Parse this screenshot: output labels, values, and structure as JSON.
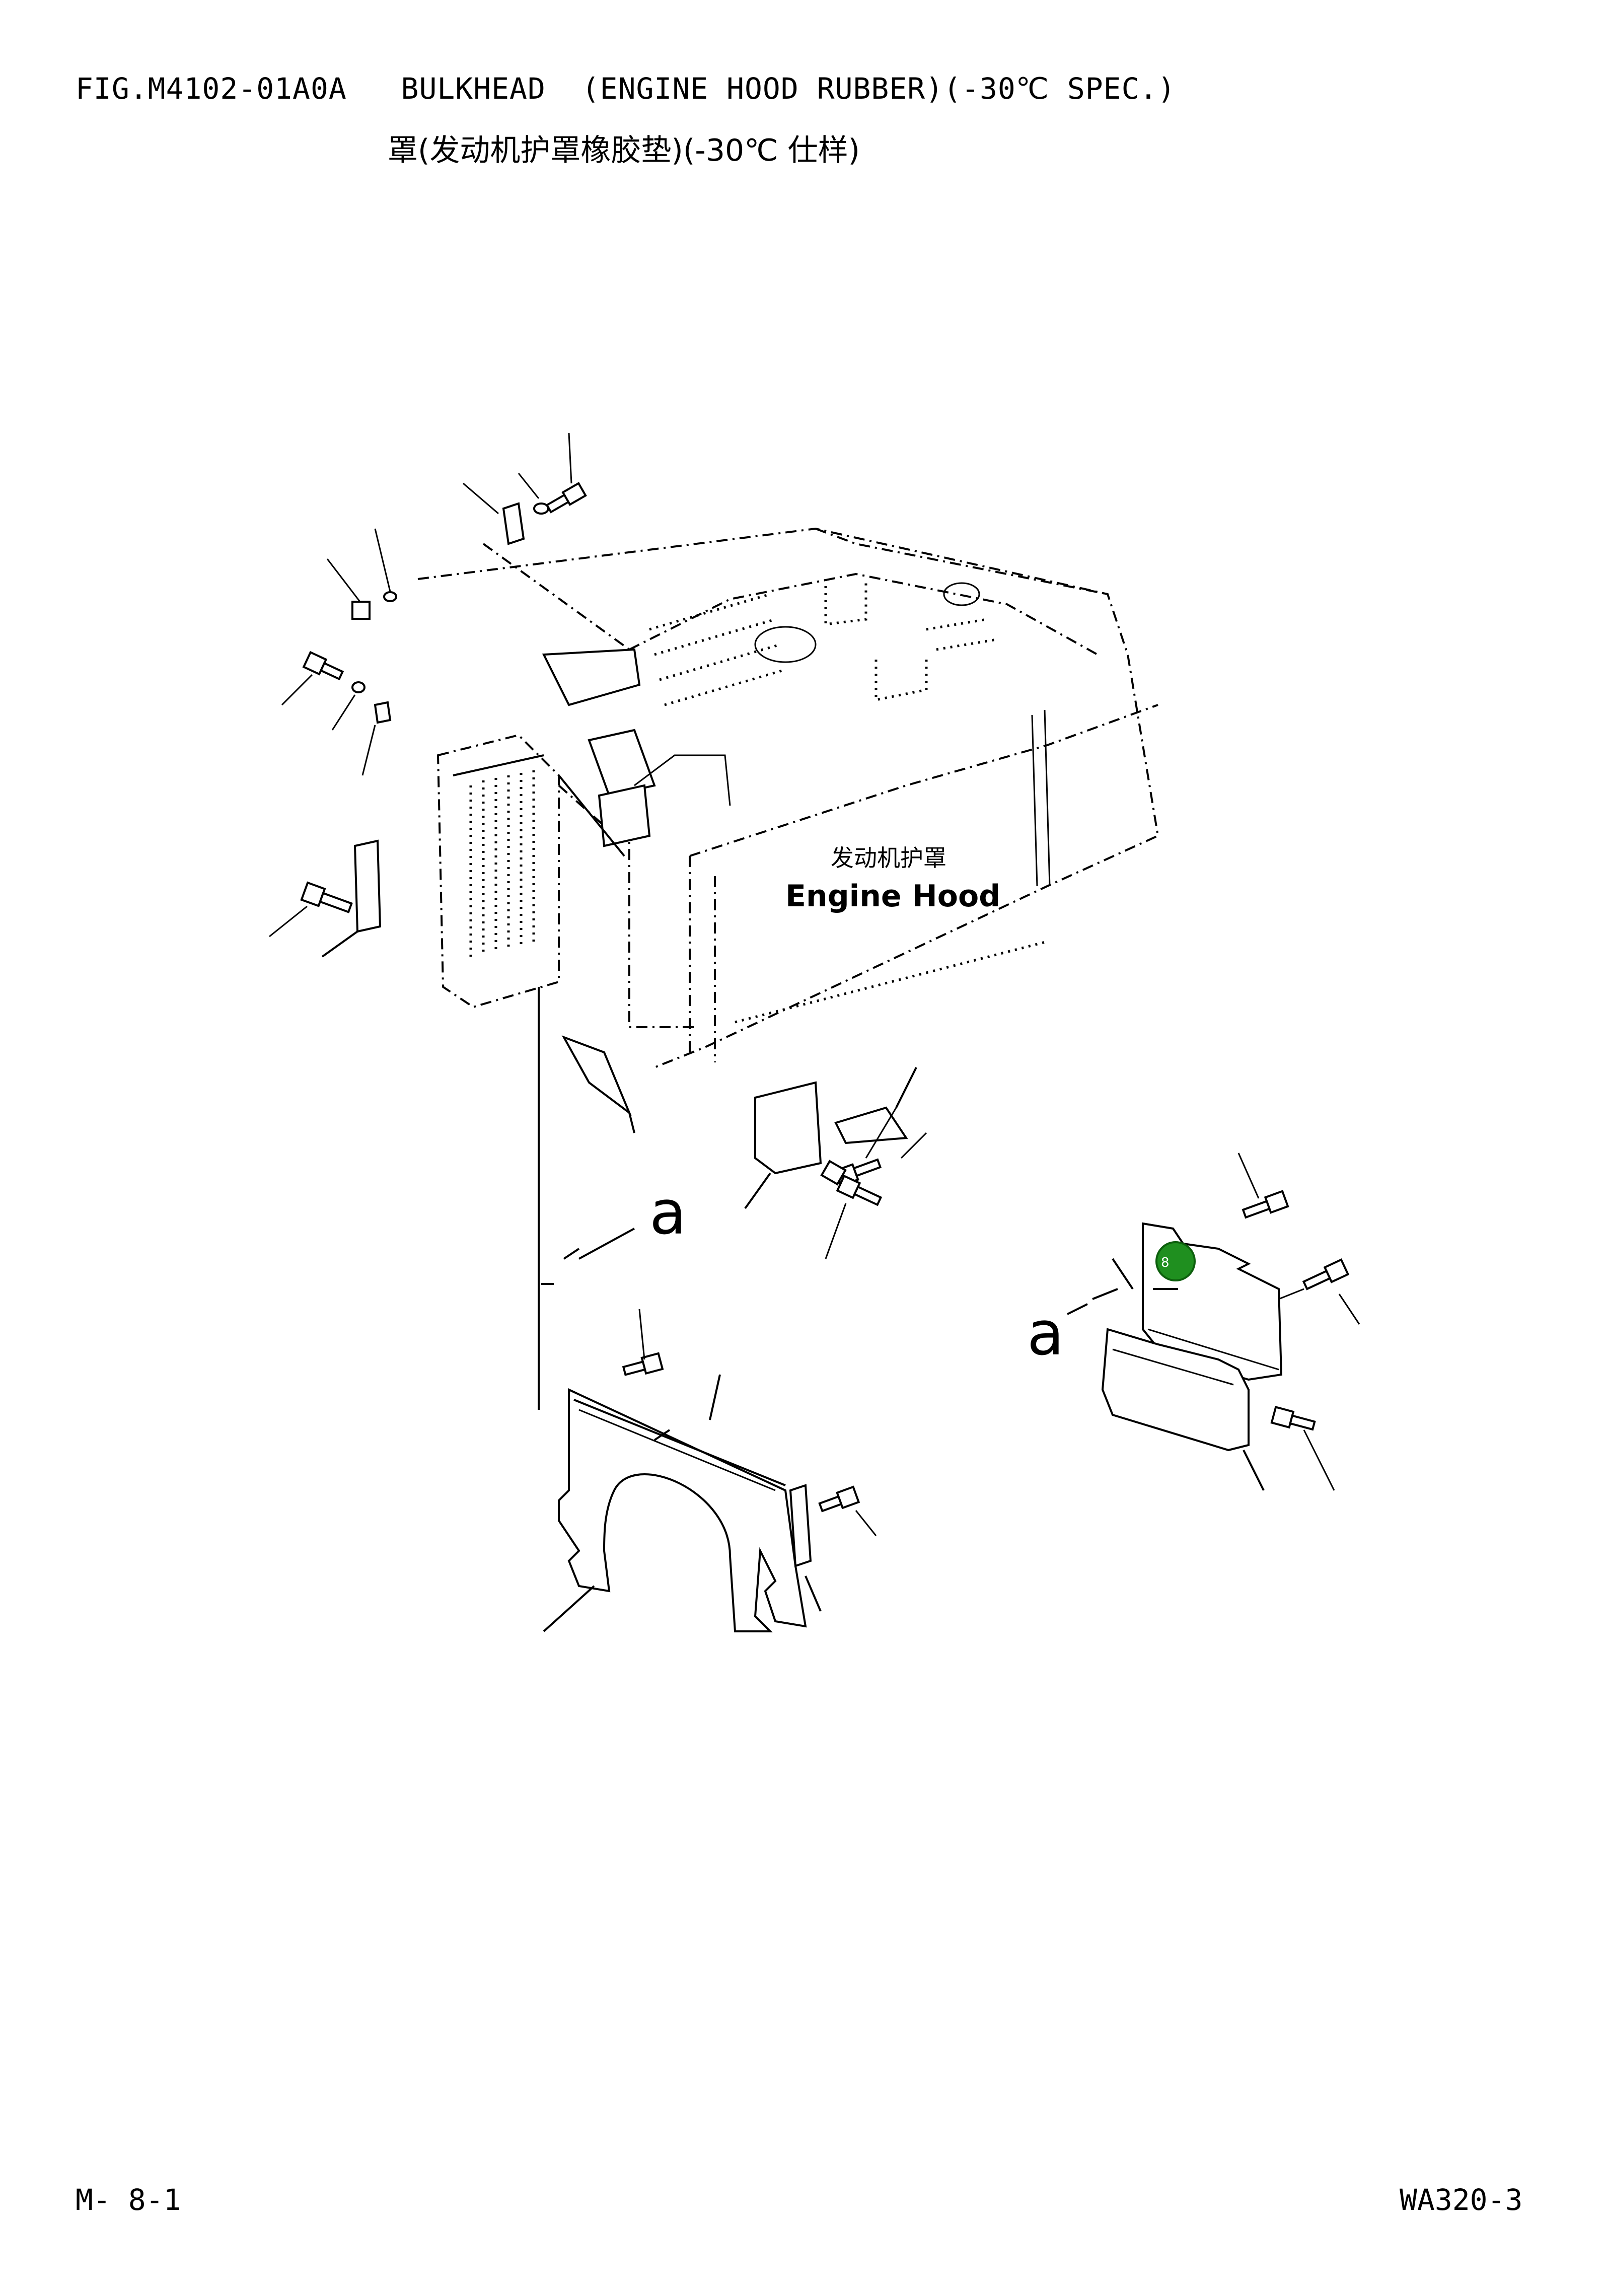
{
  "header": {
    "title_en": "FIG.M4102-01A0A   BULKHEAD  (ENGINE HOOD RUBBER)(-30℃ SPEC.)",
    "title_cn": "罩(发动机护罩橡胶垫)(-30℃ 仕样)"
  },
  "diagram": {
    "hood_label_cn": "发动机护罩",
    "hood_label_en": "Engine Hood",
    "view_marker_1": "a",
    "view_marker_2": "a",
    "callout": {
      "number": "8",
      "color": "#1f8f1f"
    }
  },
  "footer": {
    "page_ref": "M- 8-1",
    "model": "WA320-3"
  }
}
